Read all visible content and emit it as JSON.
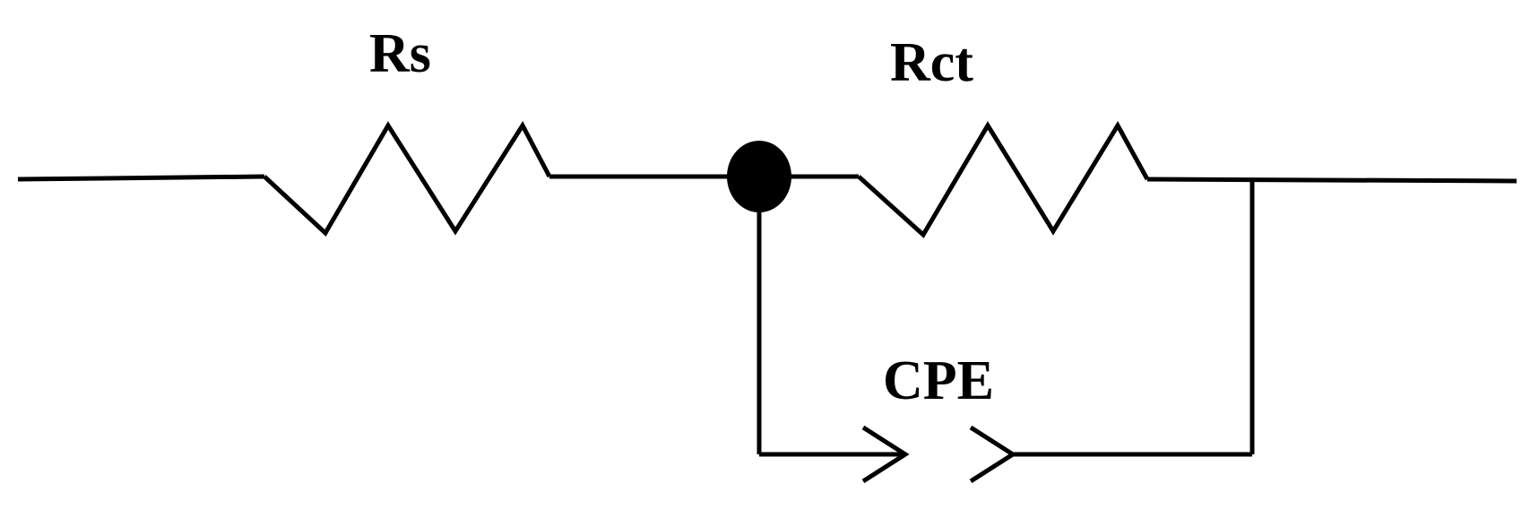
{
  "diagram": {
    "labels": {
      "rs": "Rs",
      "rct": "Rct",
      "cpe": "CPE"
    },
    "colors": {
      "line": "#000000",
      "background": "#ffffff"
    }
  }
}
